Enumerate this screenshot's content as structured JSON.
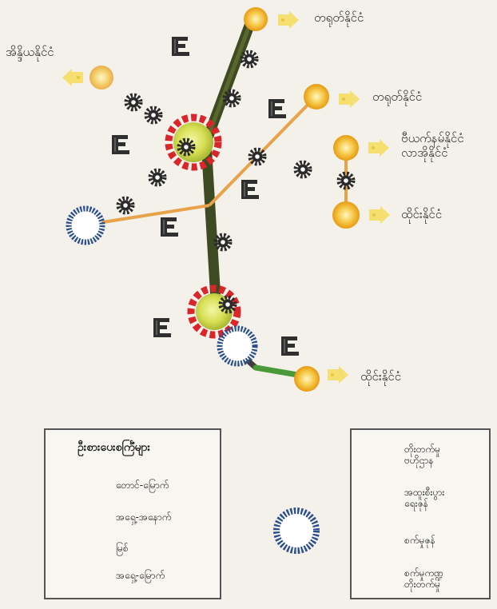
{
  "destinations": {
    "d1": "တရုတ်နိုင်ငံ",
    "d2": "အိန္ဒိယနိုင်ငံ",
    "d3": "တရုတ်နိုင်ငံ",
    "d4": "ဗီယက်နမ်နိုင်ငံ\nလာအိုနိုင်ငံ",
    "d5": "ထိုင်းနိုင်ငံ",
    "d6": "ထိုင်းနိုင်ငံ"
  },
  "legend_left": {
    "title": "ဦးစားပေးစင်္ကြံများ",
    "item1": "တောင်-မြောက်",
    "item2": "အရှေ့-အနောက်",
    "item3": "မြစ်",
    "item4": "အရှေ့-မြောက်"
  },
  "legend_right": {
    "item1": "တိုးတက်မှု\nဗဟိုဌာန",
    "item2": "အထူးစီးပွား\nရေးဇုန်",
    "item3": "စက်မှုဇုန်",
    "item4": "စက်မှုကဏ္ဍ\nတိုးတက်မှု"
  },
  "colors": {
    "north_south": "#3d4a22",
    "east_west": "#e8a24a",
    "river": "#3f3f3f",
    "northeast": "#e8a24a",
    "growth_center": "#d8262b",
    "sez_ring": "#2a4f8c",
    "dest_circle": "#f2b51c",
    "arrow": "#f6dd6a",
    "green_link": "#4a9a3c"
  }
}
